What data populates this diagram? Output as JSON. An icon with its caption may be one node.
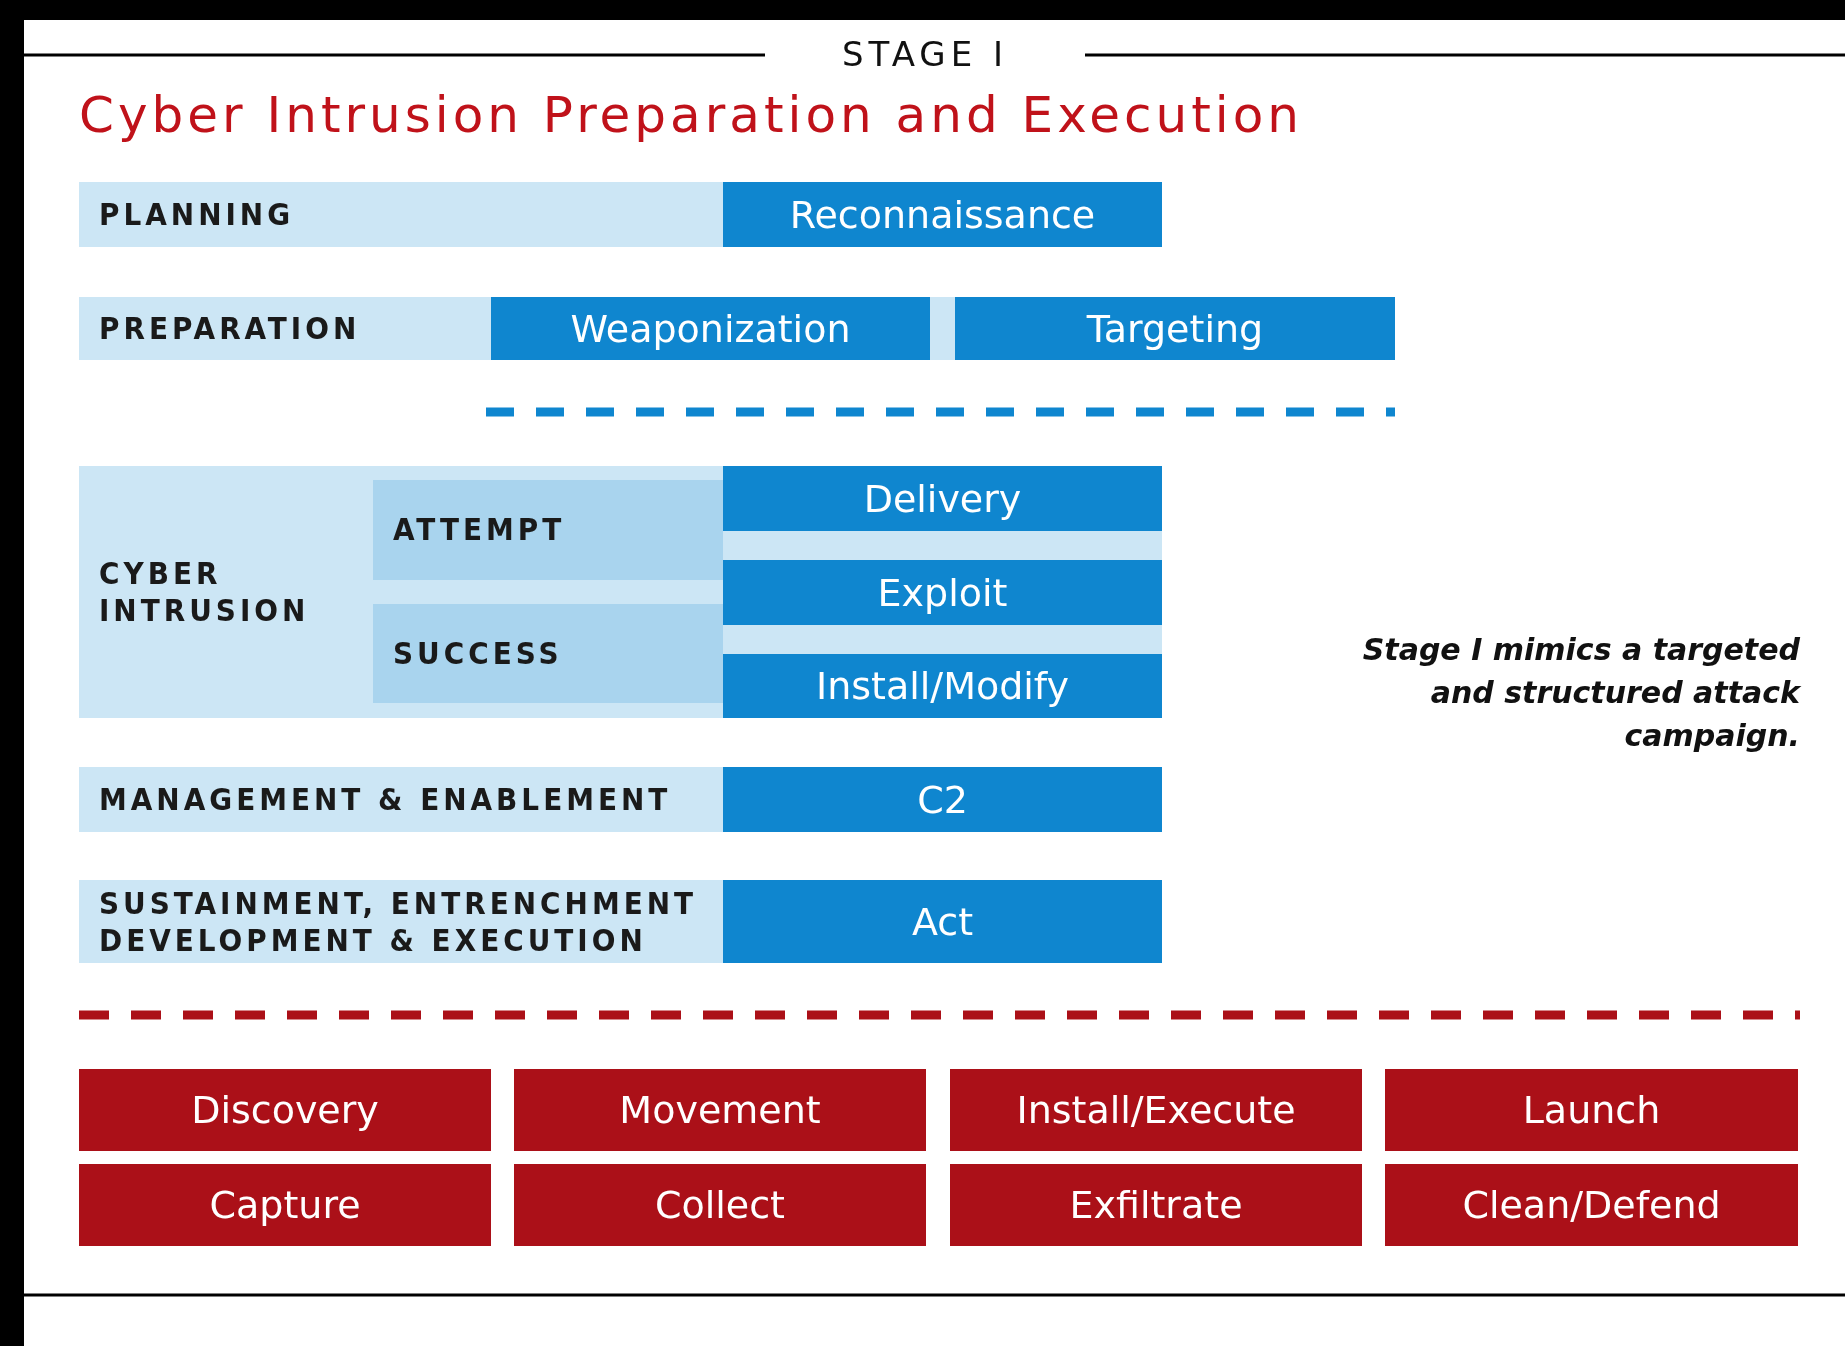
{
  "diagram": {
    "title": "Cyber Intrusion Preparation and Execution",
    "nodes": [
      {
        "text": [
          "PLANNING"
        ]
      },
      {
        "text": [
          "Reconnaissance"
        ],
        "in": 0
      },
      {
        "text": [
          "PREPARATION"
        ]
      },
      {
        "text": [
          "Weaponization"
        ],
        "in": 2
      },
      {
        "text": [
          "Targeting"
        ],
        "in": 2
      },
      {
        "text": [
          "CYBER INTRUSION"
        ]
      },
      {
        "text": [
          "ATTEMPT"
        ],
        "in": 5
      },
      {
        "text": [
          "SUCCESS"
        ],
        "in": 5
      },
      {
        "text": [
          "Delivery"
        ],
        "in": 5
      },
      {
        "text": [
          "Exploit"
        ],
        "in": 5
      },
      {
        "text": [
          "Install/Modify"
        ],
        "in": 5
      },
      {
        "text": [
          "MANAGEMENT & ENABLEMENT"
        ]
      },
      {
        "text": [
          "C2"
        ],
        "in": 11
      },
      {
        "text": [
          "SUSTAINMENT, ENTRENCHMENT DEVELOPMENT & EXECUTION"
        ]
      },
      {
        "text": [
          "Act"
        ],
        "in": 13
      },
      {
        "text": [
          "Discovery"
        ]
      },
      {
        "text": [
          "Movement"
        ]
      },
      {
        "text": [
          "Install/Execute"
        ]
      },
      {
        "text": [
          "Launch"
        ]
      },
      {
        "text": [
          "Capture"
        ]
      },
      {
        "text": [
          "Collect"
        ]
      },
      {
        "text": [
          "Exfiltrate"
        ]
      },
      {
        "text": [
          "Clean/Defend"
        ]
      }
    ],
    "labels": [
      "STAGE I",
      "Stage I mimics a targeted and structured attack campaign."
    ]
  }
}
